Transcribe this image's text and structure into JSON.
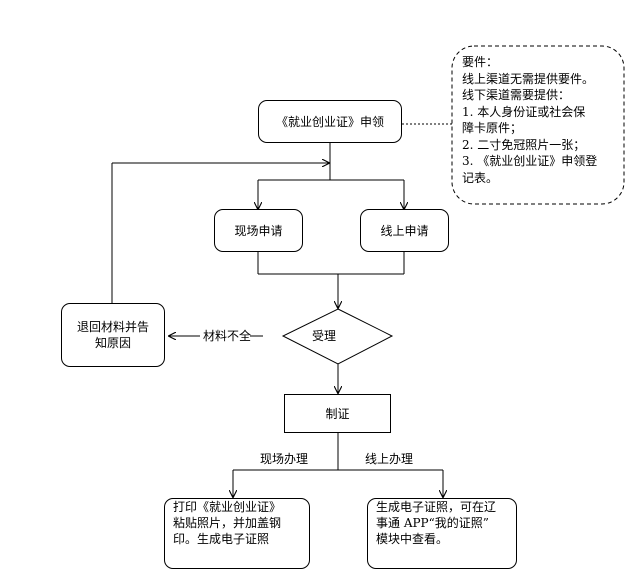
{
  "nodes": {
    "apply": "《就业创业证》申领",
    "onsite_apply": "现场申请",
    "online_apply": "线上申请",
    "return": [
      "退回材料并告",
      "知原因"
    ],
    "accept": "受理",
    "make": "制证",
    "print": [
      "打印《就业创业证》",
      "粘贴照片，并加盖钢",
      "印。生成电子证照"
    ],
    "electronic": [
      "生成电子证照，可在辽",
      "事通 APP“我的证照”",
      "模块中查看。"
    ]
  },
  "edge_labels": {
    "incomplete": "材料不全",
    "onsite_handle": "现场办理",
    "online_handle": "线上办理"
  },
  "note": {
    "lines": [
      "要件：",
      "线上渠道无需提供要件。",
      "线下渠道需要提供：",
      "1. 本人身份证或社会保",
      "障卡原件；",
      "2. 二寸免冠照片一张；",
      "3. 《就业创业证》申领登",
      "记表。"
    ]
  }
}
